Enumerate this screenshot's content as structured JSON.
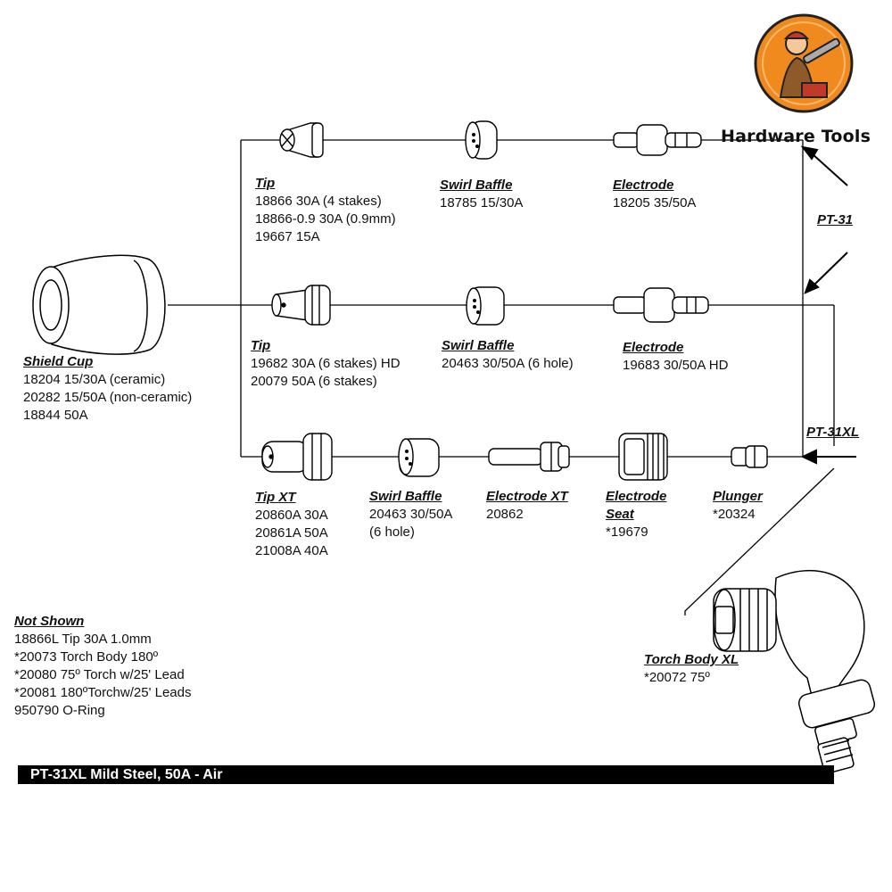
{
  "brand": {
    "name": "Hardware Tools",
    "accent_orange": "#f08a1e",
    "icon": "worker-with-wrench-icon"
  },
  "side_labels": {
    "pt31": "PT-31",
    "pt31xl": "PT-31XL"
  },
  "shield_cup": {
    "title": "Shield Cup",
    "lines": [
      "18204  15/30A (ceramic)",
      "20282  15/50A (non-ceramic)",
      "18844  50A"
    ]
  },
  "row1": {
    "tip": {
      "title": "Tip",
      "lines": [
        "18866  30A (4 stakes)",
        "18866-0.9  30A (0.9mm)",
        "19667  15A"
      ]
    },
    "swirl": {
      "title": "Swirl Baffle",
      "lines": [
        "18785  15/30A"
      ]
    },
    "electrode": {
      "title": "Electrode",
      "lines": [
        "18205  35/50A"
      ]
    }
  },
  "row2": {
    "tip": {
      "title": "Tip",
      "lines": [
        "19682  30A (6 stakes) HD",
        "20079  50A (6 stakes)"
      ]
    },
    "swirl": {
      "title": "Swirl Baffle",
      "lines": [
        "20463  30/50A  (6 hole)"
      ]
    },
    "electrode": {
      "title": "Electrode",
      "lines": [
        "19683  30/50A  HD"
      ]
    }
  },
  "row3": {
    "tip": {
      "title": "Tip XT",
      "lines": [
        "20860A  30A",
        "20861A  50A",
        "21008A  40A"
      ]
    },
    "swirl": {
      "title": "Swirl Baffle",
      "lines": [
        "20463  30/50A",
        "(6 hole)"
      ]
    },
    "electrode": {
      "title": "Electrode XT",
      "lines": [
        "20862"
      ]
    },
    "seat": {
      "title": "Electrode",
      "title2": "Seat",
      "lines": [
        "*19679"
      ]
    },
    "plunger": {
      "title": "Plunger",
      "lines": [
        "*20324"
      ]
    }
  },
  "torch_body": {
    "title": "Torch Body XL",
    "lines": [
      "*20072  75º"
    ]
  },
  "not_shown": {
    "title": "Not Shown",
    "lines": [
      "18866L  Tip 30A 1.0mm",
      "*20073  Torch Body  180º",
      "*20080  75º Torch w/25' Lead",
      "*20081  180ºTorchw/25' Leads",
      "950790  O-Ring"
    ]
  },
  "footer": "PT-31XL  Mild Steel, 50A - Air"
}
